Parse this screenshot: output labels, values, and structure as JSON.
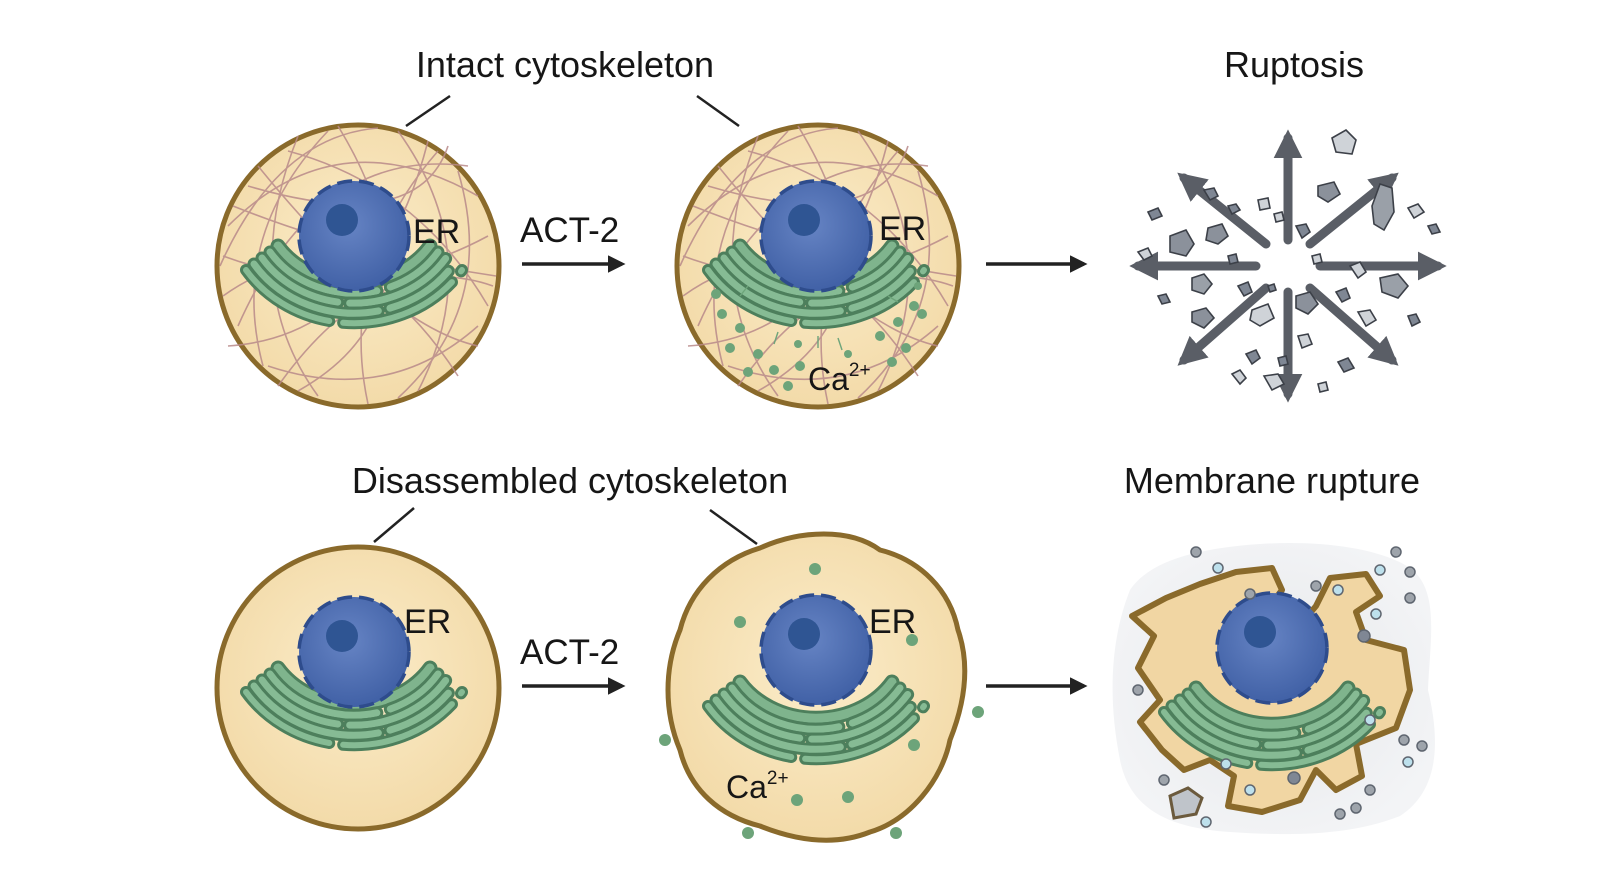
{
  "labels": {
    "intact_cytoskeleton": "Intact cytoskeleton",
    "disassembled_cytoskeleton": "Disassembled cytoskeleton",
    "ruptosis": "Ruptosis",
    "membrane_rupture": "Membrane rupture",
    "er": "ER",
    "act2": "ACT-2",
    "ca_base": "Ca",
    "ca_charge": "2+"
  },
  "colors": {
    "cytoplasm": "#f7e3ba",
    "membrane": "#8a6a2b",
    "nucleus": "#4f6fb5",
    "nucleolus": "#2f5593",
    "er": "#5f9570",
    "er_light": "#9ec9a9",
    "filament": "#b98a8a",
    "calcium": "#6da47a",
    "debris": "#7f8794",
    "arrow": "#222222",
    "burst_arrow": "#5a5e66"
  }
}
